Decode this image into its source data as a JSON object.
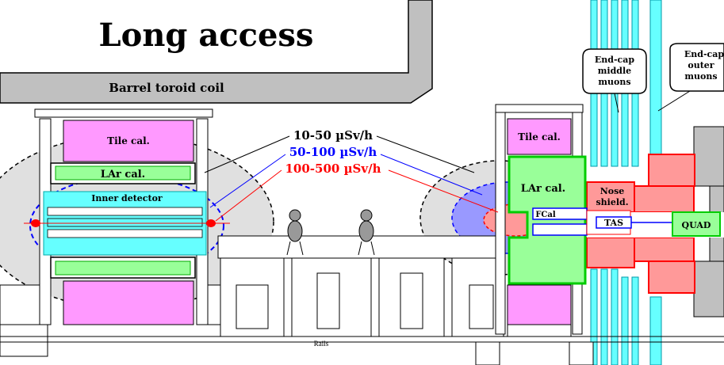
{
  "title": "Long access",
  "labels": {
    "barrel_toroid": "Barrel toroid coil",
    "tile_cal": "Tile cal.",
    "lar_cal": "LAr cal.",
    "inner_detector": "Inner detector",
    "fcal": "FCal",
    "nose_shield": "Nose shield.",
    "tas": "TAS",
    "quad": "QUAD",
    "rails": "Rails",
    "endcap_middle": [
      "End-cap",
      "middle",
      "muons"
    ],
    "endcap_outer": [
      "End-cap",
      "outer",
      "muons"
    ]
  },
  "dose_legend": [
    {
      "text": "10-50 µSv/h",
      "color": "#000000"
    },
    {
      "text": "50-100 µSv/h",
      "color": "#0000ff"
    },
    {
      "text": "100-500 µSv/h",
      "color": "#ff0000"
    }
  ],
  "colors": {
    "tile": "#ff99ff",
    "lar": "#99ff99",
    "inner": "#66ffff",
    "muon": "#66ffff",
    "shield": "#ff9999",
    "quad": "#99ff99",
    "dose_low": "#e0e0e0",
    "dose_mid": "#9999ff",
    "dose_high": "#ff9999",
    "toroid": "#c0c0c0"
  }
}
